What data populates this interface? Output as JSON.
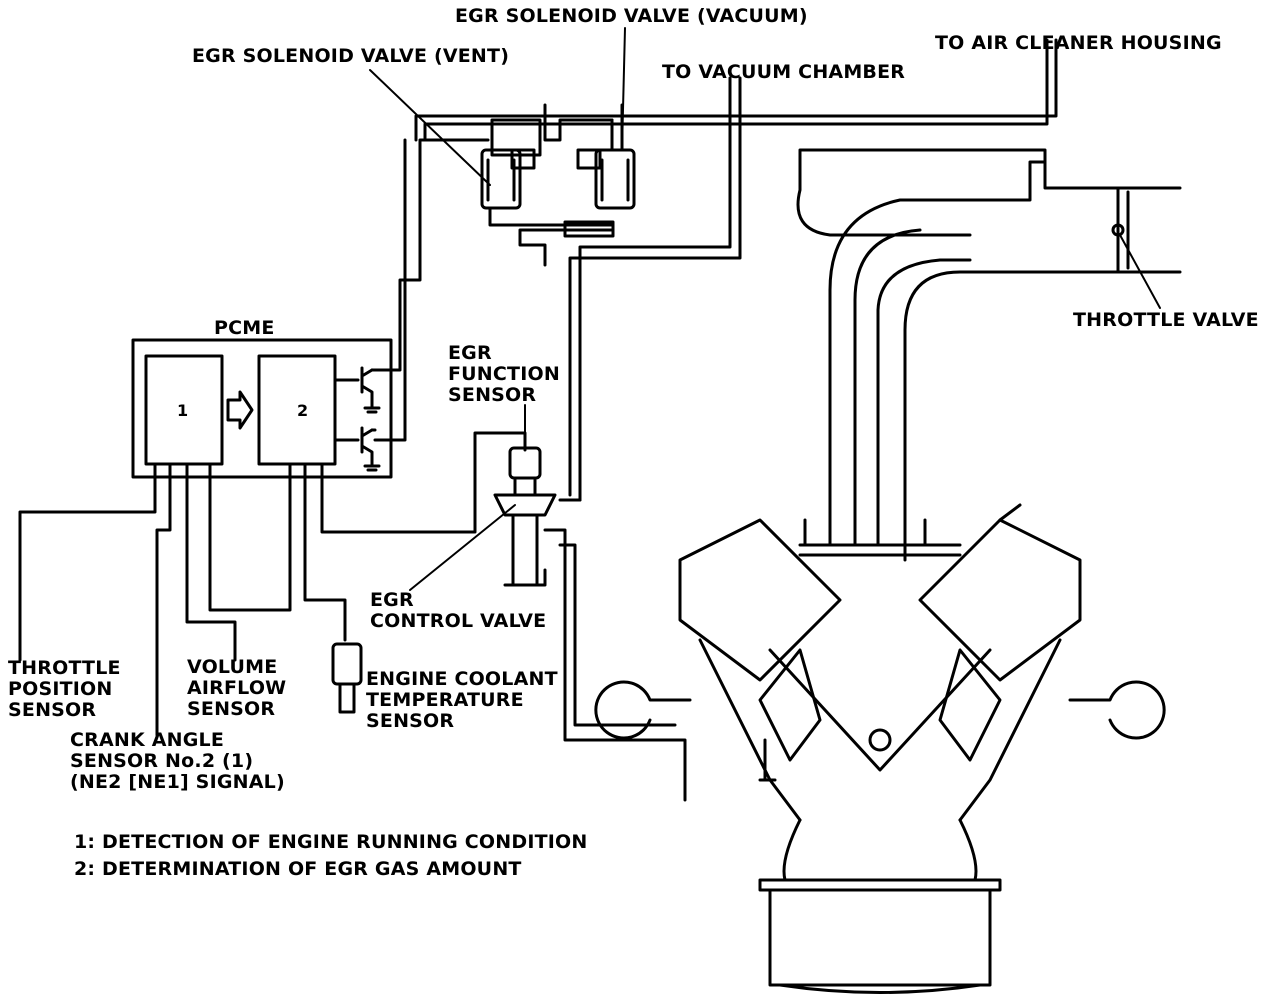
{
  "colors": {
    "ink": "#000000",
    "paper": "#ffffff"
  },
  "labels": {
    "egr_solenoid_vacuum": "EGR SOLENOID VALVE (VACUUM)",
    "egr_solenoid_vent": "EGR SOLENOID VALVE (VENT)",
    "to_air_cleaner": "TO AIR CLEANER HOUSING",
    "to_vacuum_chamber": "TO VACUUM CHAMBER",
    "throttle_valve": "THROTTLE VALVE",
    "pcme": "PCME",
    "block1": "1",
    "block2": "2",
    "egr_function_sensor": [
      "EGR",
      "FUNCTION",
      "SENSOR"
    ],
    "egr_control_valve": [
      "EGR",
      "CONTROL VALVE"
    ],
    "throttle_position_sensor": [
      "THROTTLE",
      "POSITION",
      "SENSOR"
    ],
    "volume_airflow_sensor": [
      "VOLUME",
      "AIRFLOW",
      "SENSOR"
    ],
    "engine_coolant_sensor": [
      "ENGINE COOLANT",
      "TEMPERATURE",
      "SENSOR"
    ],
    "crank_angle_sensor": [
      "CRANK ANGLE",
      "SENSOR No.2 (1)",
      "(NE2 [NE1] SIGNAL)"
    ]
  },
  "legend": [
    "1: DETECTION OF ENGINE RUNNING CONDITION",
    "2: DETERMINATION OF EGR GAS AMOUNT"
  ]
}
